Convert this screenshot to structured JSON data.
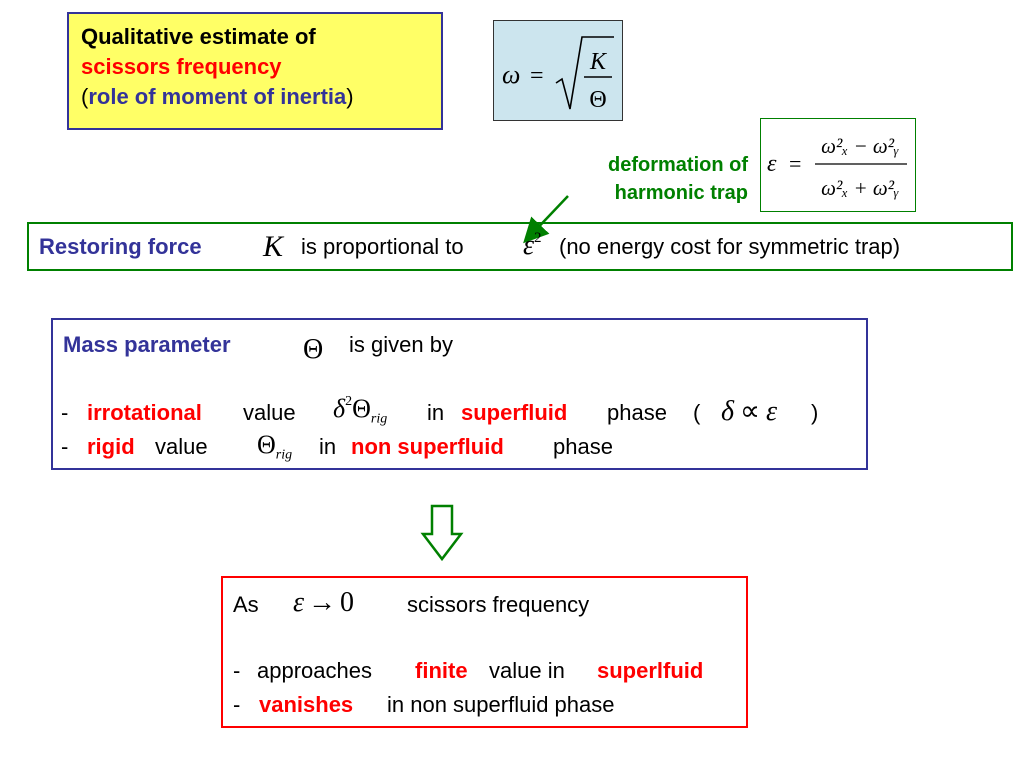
{
  "title": {
    "line1": "Qualitative estimate of",
    "line2": "scissors frequency",
    "line3_open": "(",
    "line3_main": "role of moment of inertia",
    "line3_close": ")"
  },
  "omega_formula": {
    "lhs": "ω",
    "equals": "=",
    "numerator": "K",
    "denominator": "Θ"
  },
  "epsilon_formula": {
    "lhs": "ε",
    "equals": "=",
    "numerator": "ω²ₓ − ω²ᵧ",
    "denominator": "ω²ₓ + ω²ᵧ"
  },
  "deformation_label": {
    "line1": "deformation of",
    "line2": "harmonic trap"
  },
  "restoring": {
    "label": "Restoring force",
    "symbol": "K",
    "text1": "is proportional to",
    "eps": "ε",
    "eps_exp": "2",
    "text2": "(no energy cost for symmetric trap)"
  },
  "mass": {
    "label": "Mass parameter",
    "symbol": "Θ",
    "text1": "is given by",
    "row1": {
      "dash": "-",
      "keyword": "irrotational",
      "value_word": "value",
      "delta": "δ",
      "exp": "2",
      "theta": "Θ",
      "sub": "rig",
      "in": "in",
      "phase_keyword": "superfluid",
      "phase": "phase",
      "open": "(",
      "prop_delta": "δ",
      "prop_sign": "∝",
      "prop_eps": "ε",
      "close": ")"
    },
    "row2": {
      "dash": "-",
      "keyword": "rigid",
      "value_word": "value",
      "theta": "Θ",
      "sub": "rig",
      "in": "in",
      "phase_keyword": "non superfluid",
      "phase": "phase"
    }
  },
  "result": {
    "as": "As",
    "eps": "ε",
    "arrow": "→",
    "zero": "0",
    "text": "scissors frequency",
    "row1": {
      "dash": "-",
      "text1": "approaches",
      "keyword": "finite",
      "text2": "value in",
      "keyword2": "superlfuid"
    },
    "row2": {
      "dash": "-",
      "keyword": "vanishes",
      "text": "in non superfluid phase"
    }
  },
  "colors": {
    "title_bg": "#ffff66",
    "blue": "#333399",
    "red": "#ff0000",
    "green": "#008000",
    "omega_bg": "#cce5ee"
  }
}
